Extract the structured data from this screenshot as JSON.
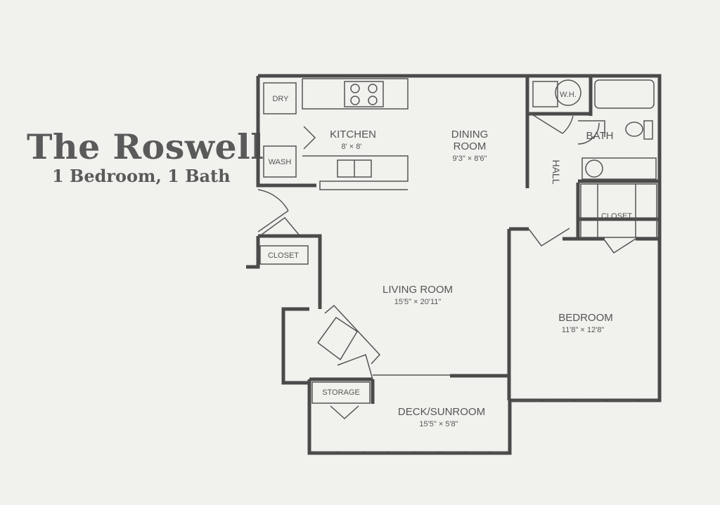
{
  "plan": {
    "title": "The Roswell",
    "subtitle": "1 Bedroom, 1 Bath",
    "rooms": {
      "kitchen": {
        "name": "KITCHEN",
        "size": "8' × 8'"
      },
      "dining": {
        "name_line1": "DINING",
        "name_line2": "ROOM",
        "size": "9'3\" × 8'6\""
      },
      "living": {
        "name": "LIVING ROOM",
        "size": "15'5\" × 20'11\""
      },
      "bedroom": {
        "name": "BEDROOM",
        "size": "11'8\" × 12'8\""
      },
      "deck": {
        "name": "DECK/SUNROOM",
        "size": "15'5\" × 5'8\""
      },
      "bath": {
        "name": "BATH"
      },
      "hall": {
        "name": "HALL"
      }
    },
    "labels": {
      "dry": "DRY",
      "wash": "WASH",
      "wh": "W.H.",
      "closet_entry": "CLOSET",
      "closet_bedroom": "CLOSET",
      "storage": "STORAGE"
    },
    "colors": {
      "wall": "#4a4a4a",
      "paper": "#f1f1ee",
      "text": "#555555"
    }
  }
}
